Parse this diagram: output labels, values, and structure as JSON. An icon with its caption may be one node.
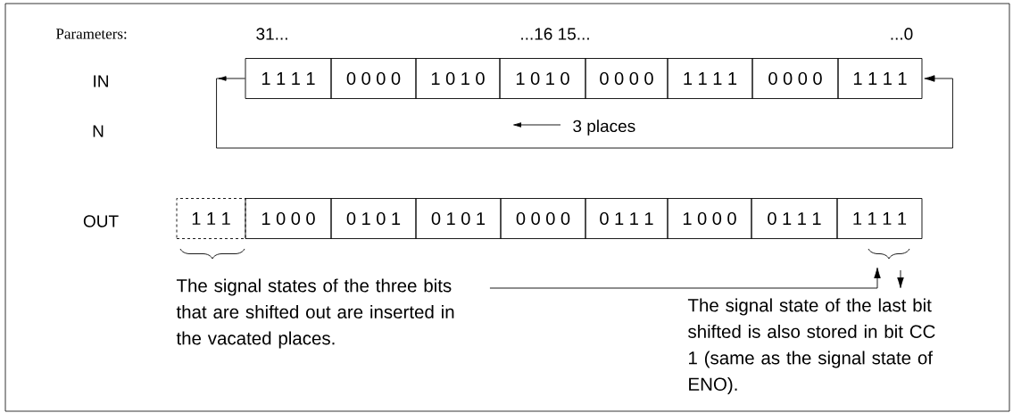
{
  "diagram": {
    "nodes": [
      {
        "text": [
          "1 1 1 1"
        ]
      },
      {
        "text": [
          "0 0 0 0"
        ]
      },
      {
        "text": [
          "1 0 1 0"
        ]
      },
      {
        "text": [
          "1 0 1 0"
        ]
      },
      {
        "text": [
          "0 0 0 0"
        ]
      },
      {
        "text": [
          "1 1 1 1"
        ]
      },
      {
        "text": [
          "0 0 0 0"
        ]
      },
      {
        "text": [
          "1 1 1 1"
        ]
      },
      {
        "text": [
          "1 1 1"
        ]
      },
      {
        "text": [
          "1 0 0 0"
        ]
      },
      {
        "text": [
          "0 1 0 1"
        ]
      },
      {
        "text": [
          "0 1 0 1"
        ]
      },
      {
        "text": [
          "0 0 0 0"
        ]
      },
      {
        "text": [
          "0 1 1 1"
        ]
      },
      {
        "text": [
          "1 0 0 0"
        ]
      },
      {
        "text": [
          "0 1 1 1"
        ]
      },
      {
        "text": [
          "1 1 1 1"
        ]
      },
      {
        "text": [
          "The signal states of the three bits that are shifted out are inserted in the vacated places."
        ]
      },
      {
        "text": [
          "The signal state of the last bit shifted is also stored in bit CC 1 (same as the signal state of ENO)."
        ]
      }
    ],
    "edges": [
      {
        "from": 0,
        "to": 7,
        "arrow": "to"
      },
      {
        "from": 17,
        "to": 16,
        "arrow": "to"
      },
      {
        "from": 16,
        "to": 18,
        "arrow": "to"
      }
    ],
    "labels": [
      "Parameters:",
      "31...",
      "...16 15...",
      "...0",
      "IN",
      "N",
      "3 places",
      "OUT"
    ]
  }
}
